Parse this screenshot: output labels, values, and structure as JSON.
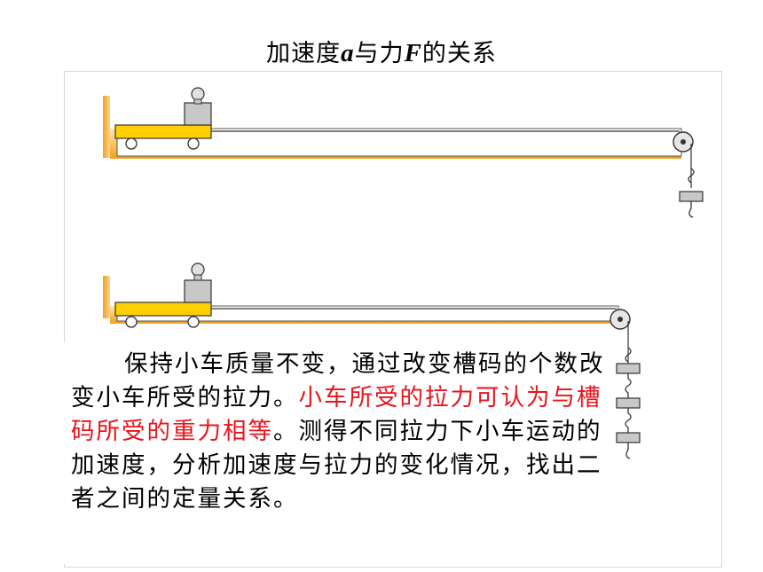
{
  "title": {
    "prefix": "加速度",
    "var_a": "a",
    "middle": "与力",
    "var_f": "F",
    "suffix": "的关系"
  },
  "description": {
    "black_1": "保持小车质量不变，通过改变槽码的个数改变小车所受的拉力。",
    "red": "小车所受的拉力可认为与槽码所受的重力相等",
    "black_2": "。测得不同拉力下小车运动的加速度，分析加速度与拉力的变化情况，找出二者之间的定量关系。"
  },
  "colors": {
    "track_orange": "#f0a020",
    "cart_yellow": "#ffd000",
    "weight_gray": "#c8c8c8",
    "emphasis_red": "#e8141b"
  }
}
